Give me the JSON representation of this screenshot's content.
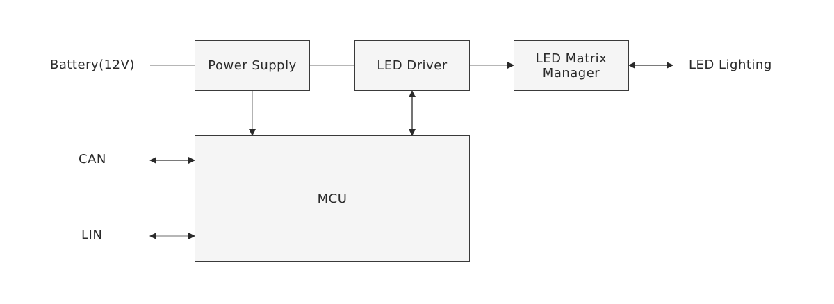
{
  "diagram": {
    "type": "block-diagram",
    "blocks": {
      "power_supply": "Power Supply",
      "led_driver": "LED Driver",
      "led_matrix_line1": "LED Matrix",
      "led_matrix_line2": "Manager",
      "mcu": "MCU"
    },
    "external_labels": {
      "battery": "Battery(12V)",
      "led_lighting": "LED Lighting",
      "can": "CAN",
      "lin": "LIN"
    },
    "connections": [
      {
        "from": "Battery(12V)",
        "to": "Power Supply",
        "arrow": "none"
      },
      {
        "from": "Power Supply",
        "to": "LED Driver",
        "arrow": "none"
      },
      {
        "from": "LED Driver",
        "to": "LED Matrix Manager",
        "arrow": "forward"
      },
      {
        "from": "LED Matrix Manager",
        "to": "LED Lighting",
        "arrow": "bidirectional"
      },
      {
        "from": "Power Supply",
        "to": "MCU",
        "arrow": "forward"
      },
      {
        "from": "LED Driver",
        "to": "MCU",
        "arrow": "bidirectional"
      },
      {
        "from": "CAN",
        "to": "MCU",
        "arrow": "bidirectional"
      },
      {
        "from": "LIN",
        "to": "MCU",
        "arrow": "bidirectional"
      }
    ]
  }
}
